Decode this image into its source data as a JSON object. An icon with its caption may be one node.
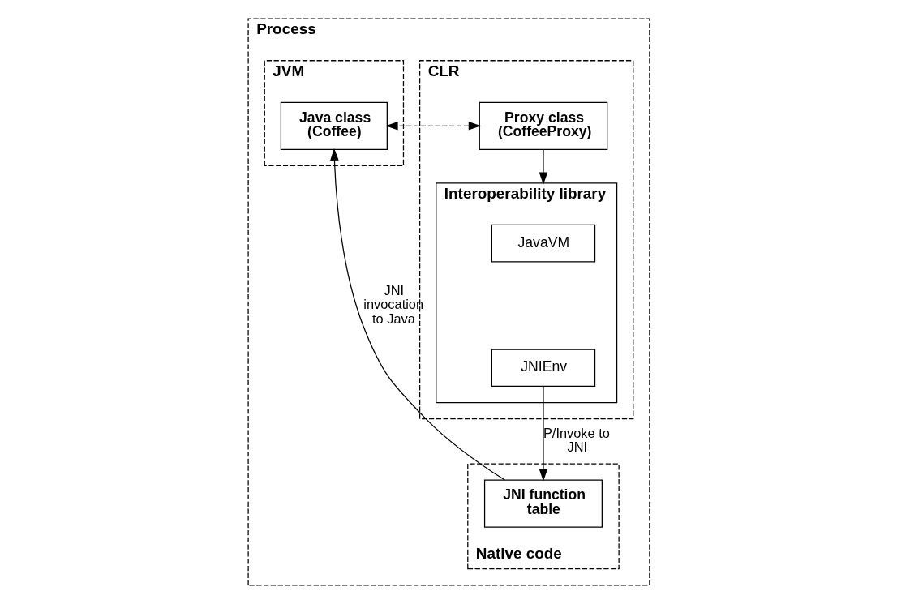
{
  "diagram": {
    "nodes": [
      {
        "text": [
          "Process"
        ]
      },
      {
        "text": [
          "CLR"
        ],
        "in": 0
      },
      {
        "text": [
          "Proxy class (CoffeeProxy)"
        ],
        "in": 1
      },
      {
        "text": [
          "Interoperability library"
        ],
        "in": 1
      },
      {
        "text": [
          "JavaVM"
        ],
        "in": 3
      },
      {
        "text": [
          "JNIEnv"
        ],
        "in": 3
      },
      {
        "text": [
          "JVM"
        ],
        "in": 0
      },
      {
        "text": [
          "Java class (Coffee)"
        ],
        "in": 6
      },
      {
        "text": [
          "Native code"
        ],
        "in": 0
      },
      {
        "text": [
          "JNI function table"
        ],
        "in": 8
      }
    ],
    "edges": [
      {
        "from": 2,
        "to": 7,
        "arrow": "both",
        "style": "dashed"
      },
      {
        "from": 2,
        "to": 3,
        "arrow": "to"
      },
      {
        "from": 5,
        "to": 9,
        "arrow": "to",
        "label": "P/Invoke to JNI"
      },
      {
        "from": 9,
        "to": 7,
        "arrow": "to",
        "label": "JNI invocation to Java"
      }
    ]
  }
}
